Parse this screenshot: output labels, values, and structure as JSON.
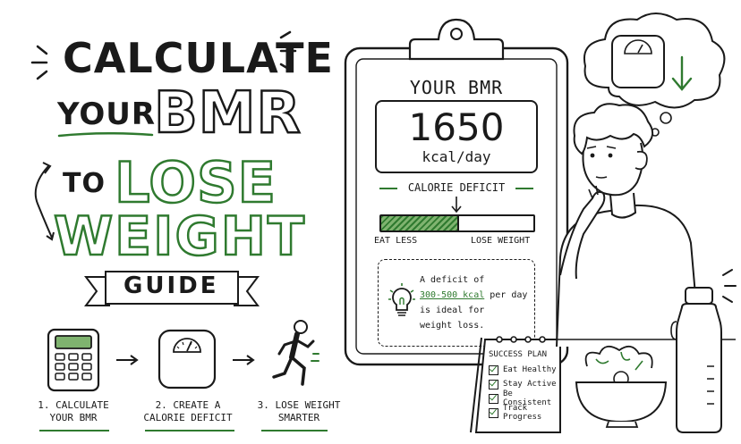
{
  "title": {
    "line1": "CALCULATE",
    "line2a": "YOUR",
    "line2b": "BMR",
    "line3a": "TO",
    "line3b": "LOSE",
    "line4": "WEIGHT",
    "line5": "GUIDE"
  },
  "steps": [
    {
      "label1": "1. CALCULATE",
      "label2": "YOUR BMR"
    },
    {
      "label1": "2. CREATE A",
      "label2": "CALORIE DEFICIT"
    },
    {
      "label1": "3. LOSE WEIGHT",
      "label2": "SMARTER"
    }
  ],
  "clipboard": {
    "header": "YOUR BMR",
    "bmr_value": "1650",
    "bmr_unit": "kcal/day",
    "deficit_title": "CALORIE DEFICIT",
    "bar_fill_fraction": 0.5,
    "bar_left_label": "EAT LESS",
    "bar_right_label": "LOSE WEIGHT",
    "tip_line1": "A deficit of",
    "tip_highlight": "300-500 kcal",
    "tip_line2_rest": " per day",
    "tip_line3": "is ideal for",
    "tip_line4": "weight loss."
  },
  "success_plan": {
    "title": "SUCCESS PLAN",
    "items": [
      "Eat Healthy",
      "Stay Active",
      "Be Consistent",
      "Track Progress"
    ]
  },
  "colors": {
    "ink": "#1a1a1a",
    "green": "#2f7a2f",
    "light_green": "#7fb36f"
  }
}
